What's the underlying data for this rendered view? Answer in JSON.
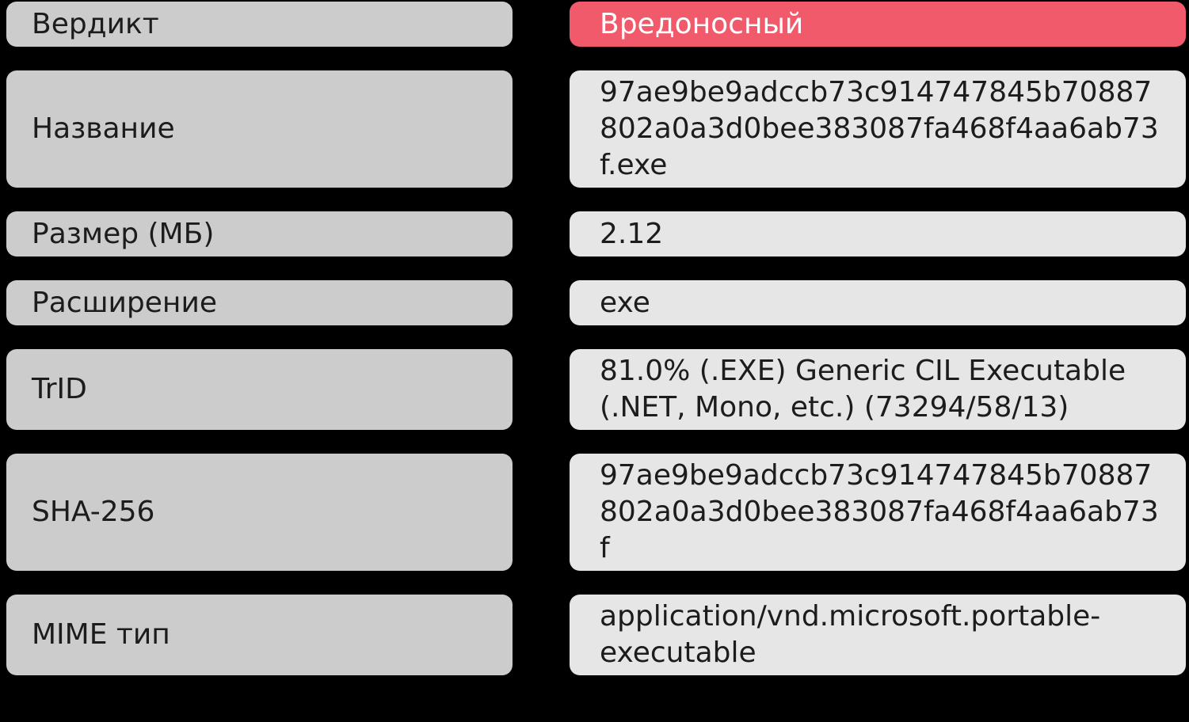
{
  "report": {
    "rows": [
      {
        "key": "verdict",
        "label": "Вердикт",
        "value": "Вредоносный",
        "variant": "danger"
      },
      {
        "key": "name",
        "label": "Название",
        "value": "97ae9be9adccb73c914747845b70887802a0a3d0bee383087fa468f4aa6ab73f.exe",
        "variant": "normal"
      },
      {
        "key": "size-mb",
        "label": "Размер (МБ)",
        "value": "2.12",
        "variant": "normal"
      },
      {
        "key": "extension",
        "label": "Расширение",
        "value": "exe",
        "variant": "normal"
      },
      {
        "key": "trid",
        "label": "TrID",
        "value": "81.0% (.EXE) Generic CIL Executable (.NET, Mono, etc.) (73294/58/13)",
        "variant": "normal"
      },
      {
        "key": "sha-256",
        "label": "SHA-256",
        "value": "97ae9be9adccb73c914747845b70887802a0a3d0bee383087fa468f4aa6ab73f",
        "variant": "normal"
      },
      {
        "key": "mime-type",
        "label": "MIME тип",
        "value": "application/vnd.microsoft.portable-executable",
        "variant": "normal"
      }
    ]
  },
  "colors": {
    "background": "#000000",
    "label_box": "#cccccc",
    "value_box": "#e6e6e6",
    "danger_badge": "#f05a6b",
    "danger_text": "#ffffff",
    "text_dark": "#1c1c1c"
  }
}
